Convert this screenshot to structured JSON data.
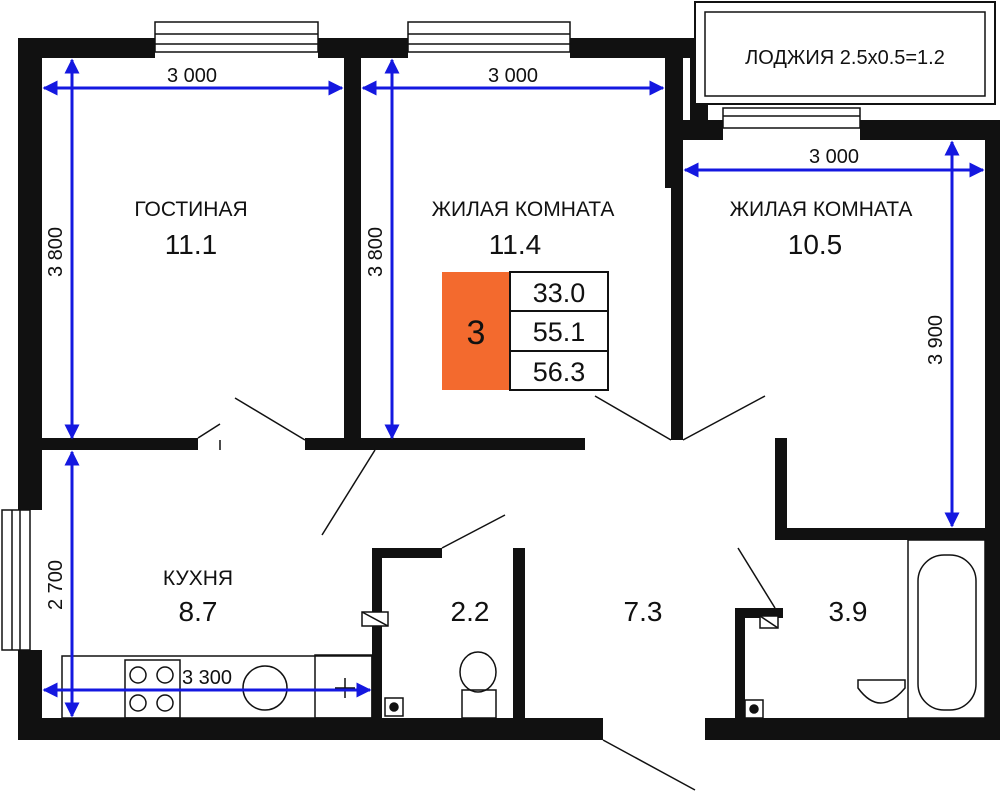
{
  "colors": {
    "wall": "#111111",
    "dimension": "#1418e0",
    "badge": "#f36a2e"
  },
  "loggia": {
    "label": "ЛОДЖИЯ 2.5x0.5=1.2"
  },
  "rooms": {
    "living": {
      "name": "ГОСТИНАЯ",
      "area": "11.1"
    },
    "bedroom1": {
      "name": "ЖИЛАЯ КОМНАТА",
      "area": "11.4"
    },
    "bedroom2": {
      "name": "ЖИЛАЯ КОМНАТА",
      "area": "10.5"
    },
    "kitchen": {
      "name": "КУХНЯ",
      "area": "8.7"
    },
    "wc": {
      "area": "2.2"
    },
    "hall": {
      "area": "7.3"
    },
    "bath": {
      "area": "3.9"
    }
  },
  "summary": {
    "rooms_count": "3",
    "living_area": "33.0",
    "total_area": "55.1",
    "total_with_loggia": "56.3"
  },
  "dimensions": {
    "living_width": "3 000",
    "living_height": "3 800",
    "bedroom1_width": "3 000",
    "bedroom1_height": "3 800",
    "bedroom2_width": "3 000",
    "bedroom2_height": "3 900",
    "kitchen_width": "3 300",
    "kitchen_height": "2 700"
  }
}
